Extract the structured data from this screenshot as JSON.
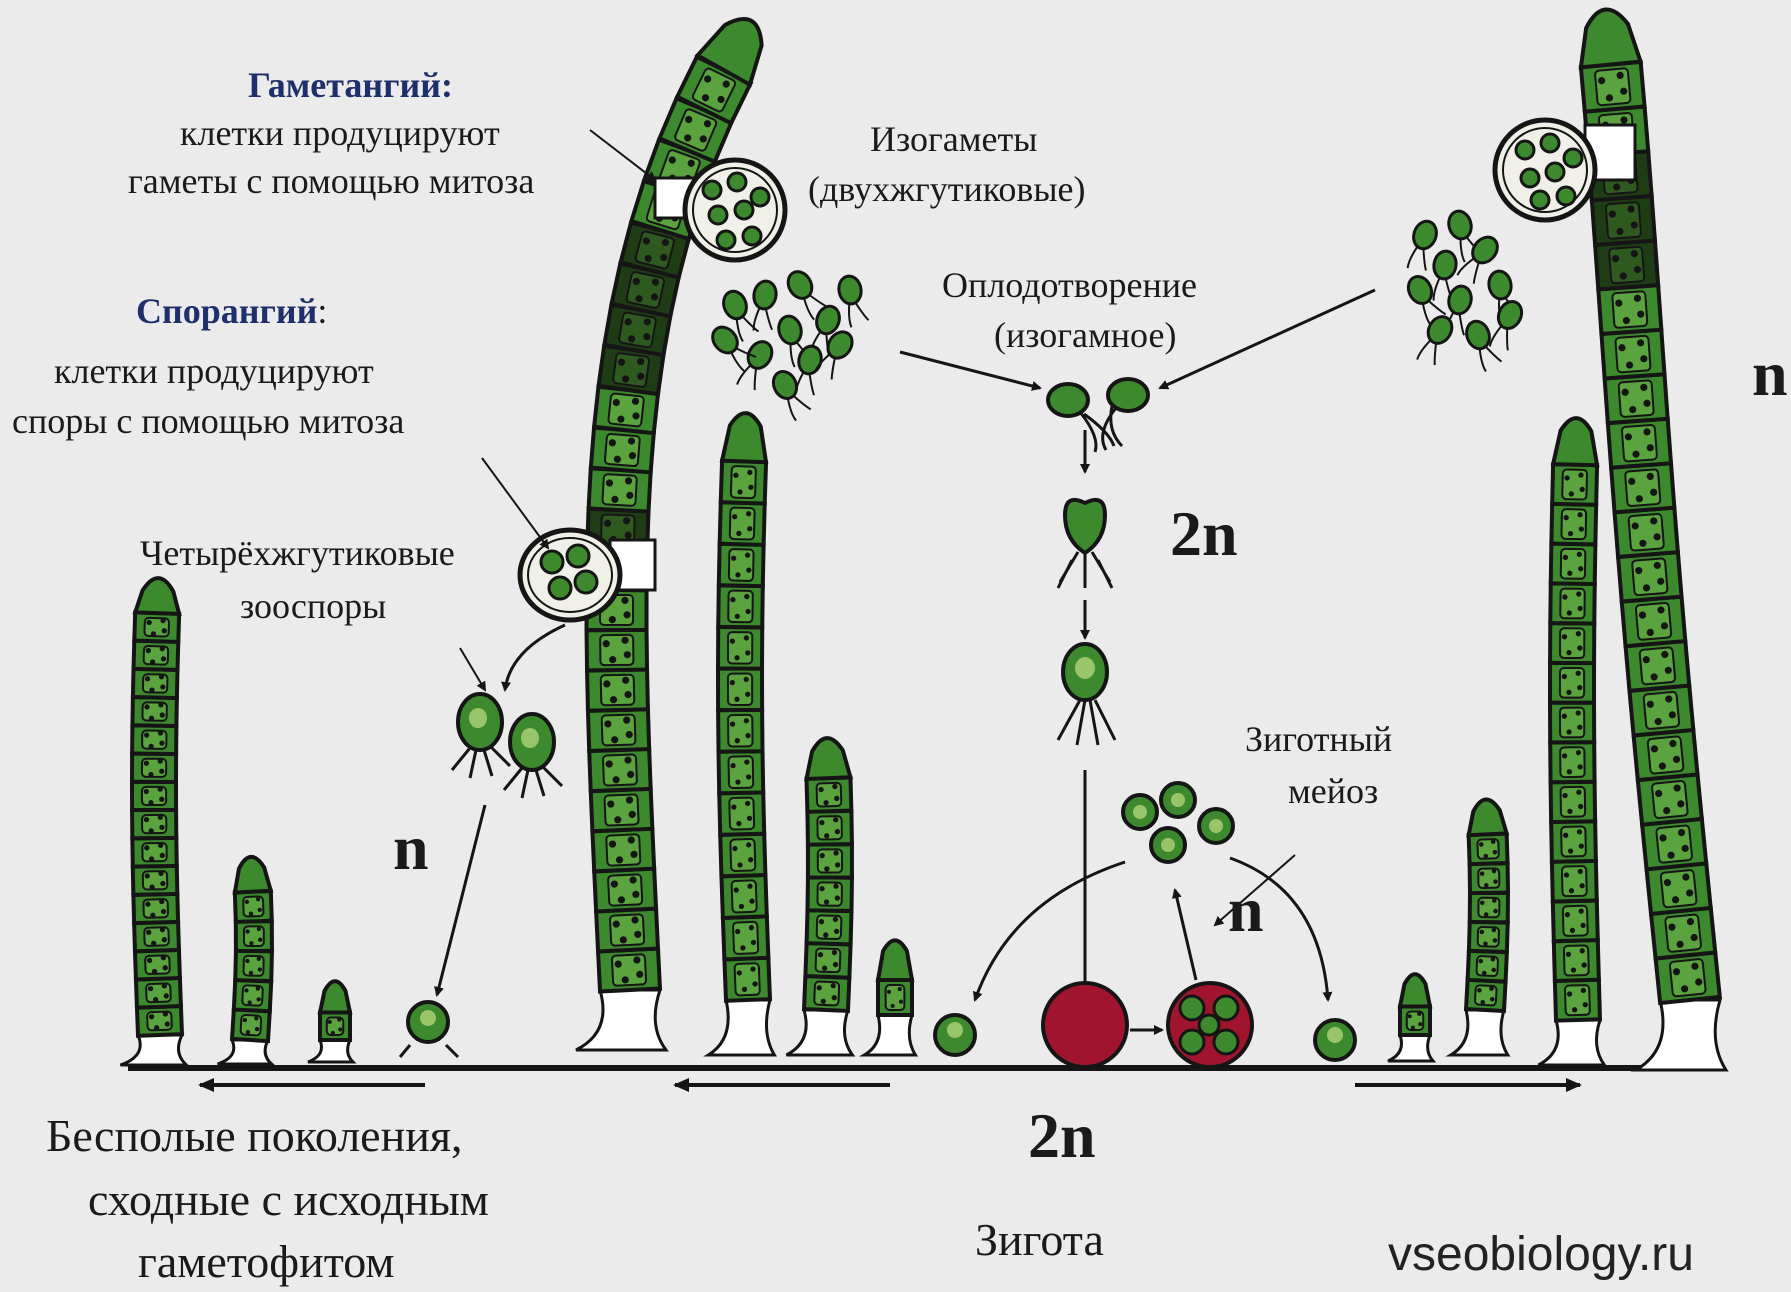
{
  "labels": {
    "gametangium_title": "Гаметангий:",
    "gametangium_line1": "клетки продуцируют",
    "gametangium_line2": "гаметы с помощью митоза",
    "sporangium_title": "Спорангий",
    "sporangium_colon": ":",
    "sporangium_line1": "клетки продуцируют",
    "sporangium_line2": "споры с помощью митоза",
    "zoospores_line1": "Четырёхжгутиковые",
    "zoospores_line2": "зооспоры",
    "isogametes_line1": "Изогаметы",
    "isogametes_line2": "(двухжгутиковые)",
    "fertilization_line1": "Оплодотворение",
    "fertilization_line2": "(изогамное)",
    "zygotic_meiosis_line1": "Зиготный",
    "zygotic_meiosis_line2": "мейоз",
    "ploidy_2n_top": "2n",
    "ploidy_n_right": "n",
    "ploidy_n_left": "n",
    "ploidy_n_center": "n",
    "ploidy_2n_bottom": "2n",
    "asexual_line1": "Бесполые поколения,",
    "asexual_line2": "сходные с исходным",
    "asexual_line3": "гаметофитом",
    "zygote": "Зигота",
    "site": "vseobiology.ru"
  },
  "colors": {
    "background": "#ebebeb",
    "cell_green": "#3d8a2e",
    "cell_dark": "#1f3d15",
    "zygote_red": "#a1142e",
    "outline": "#151515",
    "heading_blue": "#1f2f6b"
  }
}
